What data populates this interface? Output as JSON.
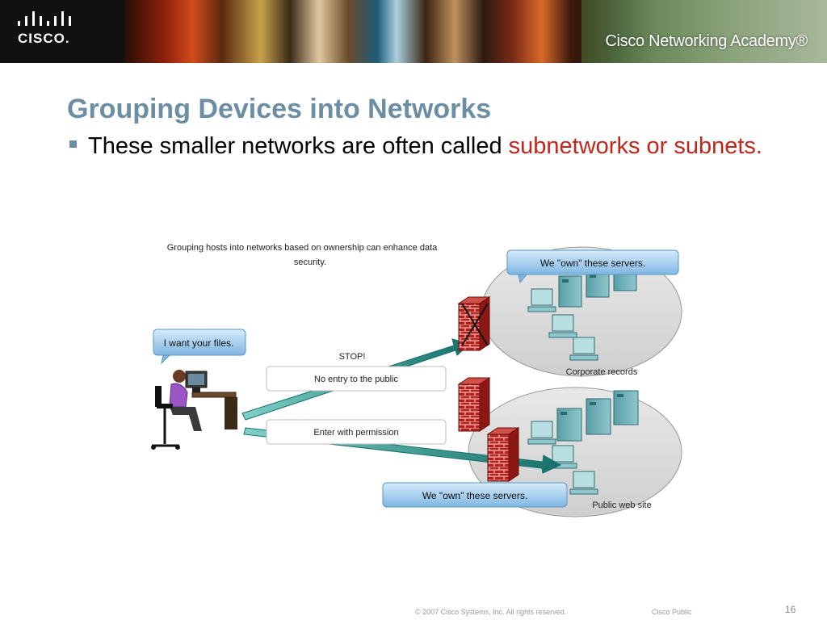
{
  "banner": {
    "logo_text": "CISCO.",
    "academy_text": "Cisco Networking Academy®"
  },
  "slide": {
    "title": "Grouping Devices into Networks",
    "bullet_plain": "These smaller networks are often called ",
    "bullet_highlight": "subnetworks or subnets."
  },
  "diagram": {
    "caption_line1": "Grouping hosts into networks based on ownership can enhance data",
    "caption_line2": "security.",
    "hacker_bubble": "I want your files.",
    "stop_label": "STOP!",
    "no_entry_label": "No entry to the public",
    "permission_label": "Enter with permission",
    "top_bubble": "We \"own\"  these servers.",
    "bottom_bubble": "We \"own\" these servers.",
    "corporate_label": "Corporate records",
    "public_label": "Public web site"
  },
  "footer": {
    "copyright": "© 2007 Cisco Systems, Inc. All rights reserved.",
    "classification": "Cisco Public",
    "page_number": "16"
  },
  "colors": {
    "title": "#6c8ea4",
    "highlight": "#c0261c",
    "bubble": "#8ec2ea",
    "cloud": "#d9d9d9",
    "arrow": "#1e8a84",
    "firewall": "#b8201c"
  }
}
